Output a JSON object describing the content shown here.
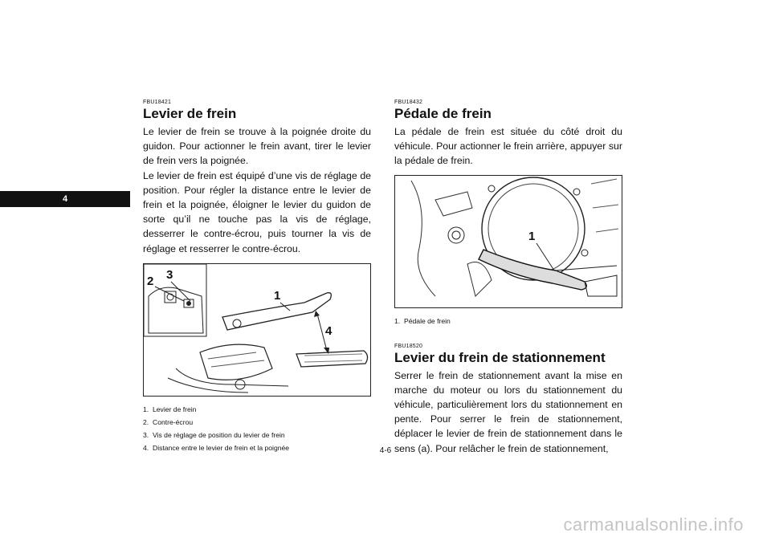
{
  "chapter_tab": "4",
  "page_number": "4-6",
  "left": {
    "code": "FBU18421",
    "title": "Levier de frein",
    "paragraph1": "Le levier de frein se trouve à la poignée droite du guidon. Pour actionner le frein avant, tirer le levier de frein vers la poignée.",
    "paragraph2": "Le levier de frein est équipé d’une vis de réglage de position. Pour régler la distance entre le levier de frein et la poignée, éloigner le levier du guidon de sorte qu’il ne touche pas la vis de réglage, desserrer le contre-écrou, puis tourner la vis de réglage et resserrer le contre-écrou.",
    "figure_callouts": [
      "1",
      "2",
      "3",
      "4"
    ],
    "captions": [
      {
        "num": "1.",
        "text": "Levier de frein"
      },
      {
        "num": "2.",
        "text": "Contre-écrou"
      },
      {
        "num": "3.",
        "text": "Vis de réglage de position du levier de frein"
      },
      {
        "num": "4.",
        "text": "Distance entre le levier de frein et la poignée"
      }
    ]
  },
  "right": {
    "code1": "FBU18432",
    "title1": "Pédale de frein",
    "paragraph1": "La pédale de frein est située du côté droit du véhicule. Pour actionner le frein arrière, appuyer sur la pédale de frein.",
    "figure_callout": "1",
    "caption": {
      "num": "1.",
      "text": "Pédale de frein"
    },
    "code2": "FBU18520",
    "title2": "Levier du frein de stationnement",
    "paragraph2": "Serrer le frein de stationnement avant la mise en marche du moteur ou lors du stationnement du véhicule, particulièrement lors du stationnement en pente. Pour serrer le frein de stationnement, déplacer le levier de frein de stationnement dans le sens (a). Pour relâcher le frein de stationnement,"
  },
  "watermark": "carmanualsonline.info"
}
